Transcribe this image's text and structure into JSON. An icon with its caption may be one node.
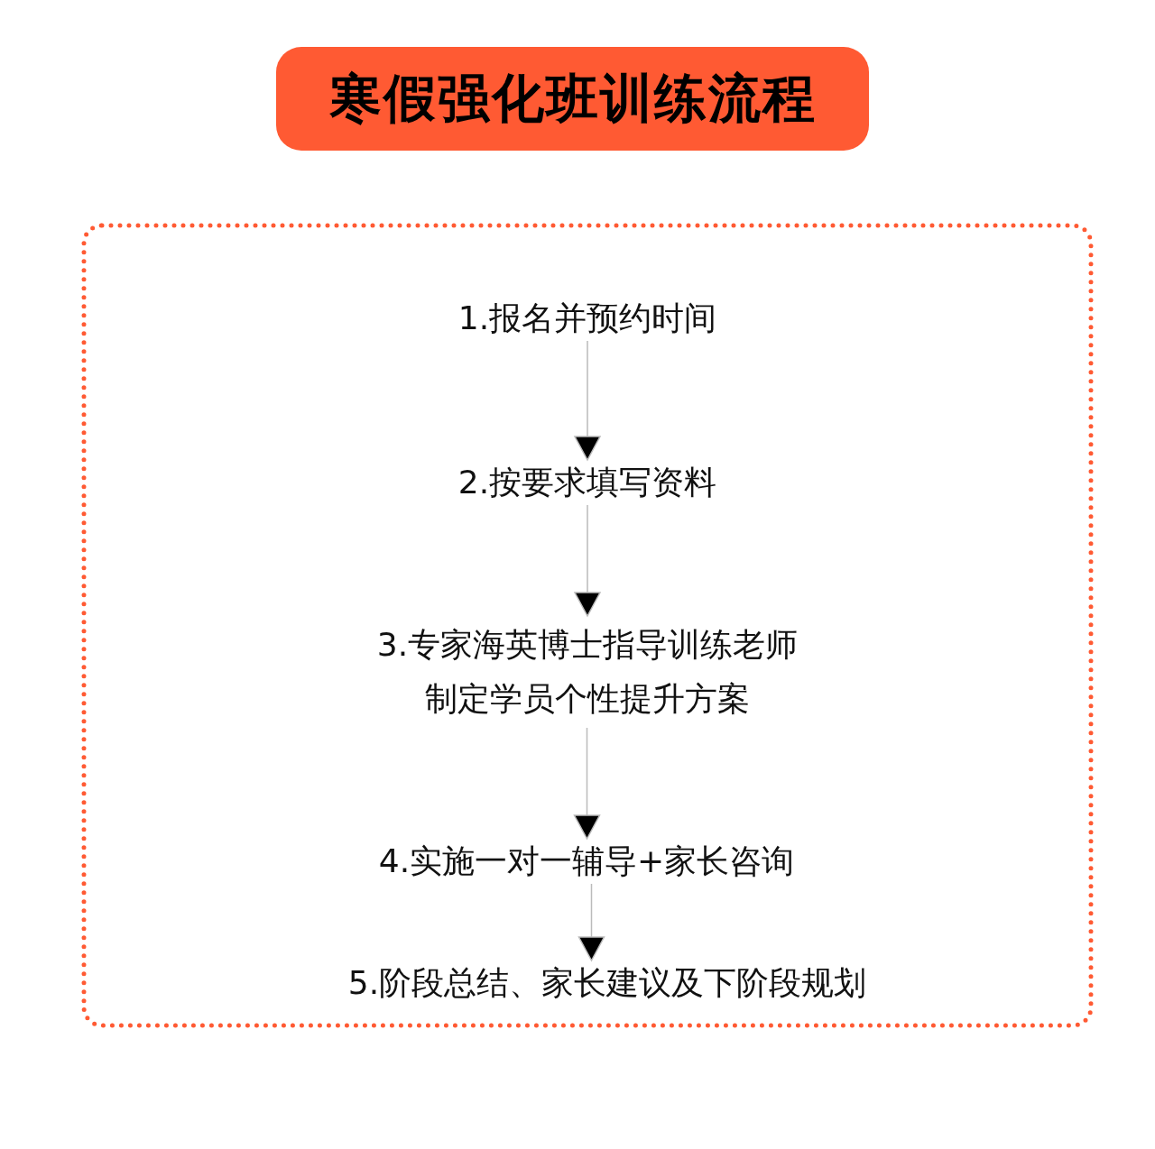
{
  "diagram": {
    "title": "寒假强化班训练流程",
    "nodes": [
      {
        "text": [],
        "shape": "box"
      },
      {
        "text": [
          "1.报名并预约时间"
        ],
        "in": 0
      },
      {
        "text": [
          "2.按要求填写资料"
        ],
        "in": 0
      },
      {
        "text": [
          "3.专家海英博士指导训练老师制定学员个性提升方案"
        ],
        "in": 0
      },
      {
        "text": [
          "4.实施一对一辅导+家长咨询"
        ],
        "in": 0
      },
      {
        "text": [
          "5.阶段总结、家长建议及下阶段规划"
        ],
        "in": 0
      }
    ],
    "edges": [
      {
        "from": 1,
        "to": 2,
        "arrow": "to"
      },
      {
        "from": 2,
        "to": 3,
        "arrow": "to"
      },
      {
        "from": 3,
        "to": 4,
        "arrow": "to"
      },
      {
        "from": 4,
        "to": 5,
        "arrow": "to"
      }
    ]
  }
}
